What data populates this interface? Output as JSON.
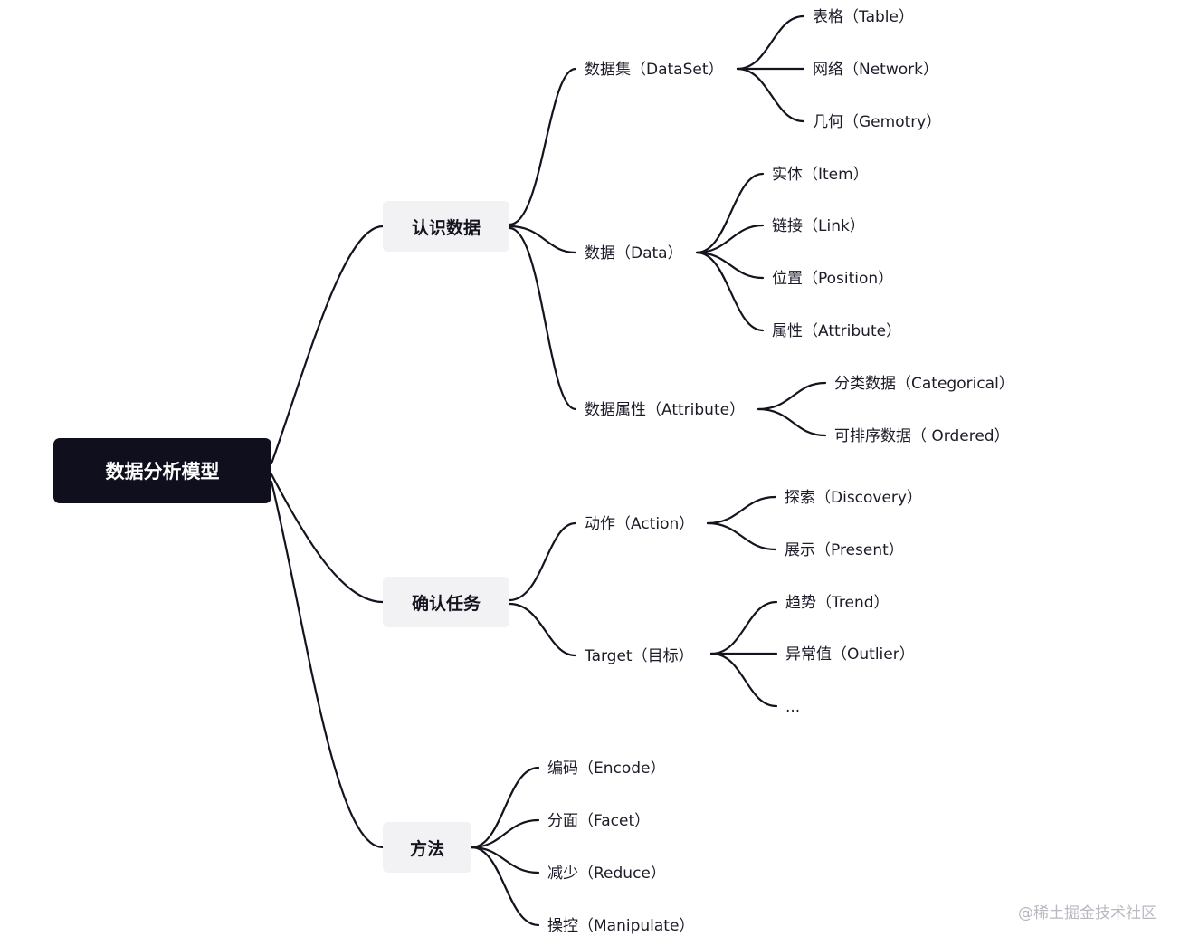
{
  "root": {
    "label": "数据分析模型"
  },
  "branches": [
    {
      "label": "认识数据"
    },
    {
      "label": "确认任务"
    },
    {
      "label": "方法"
    }
  ],
  "level2": [
    {
      "label": "数据集（DataSet）"
    },
    {
      "label": "数据（Data）"
    },
    {
      "label": "数据属性（Attribute）"
    },
    {
      "label": "动作（Action）"
    },
    {
      "label": "Target（目标）"
    },
    {
      "label": "编码（Encode）"
    },
    {
      "label": "分面（Facet）"
    },
    {
      "label": "减少（Reduce）"
    },
    {
      "label": "操控（Manipulate）"
    }
  ],
  "level3": [
    {
      "label": "表格（Table）"
    },
    {
      "label": "网络（Network）"
    },
    {
      "label": "几何（Gemotry）"
    },
    {
      "label": "实体（Item）"
    },
    {
      "label": "链接（Link）"
    },
    {
      "label": "位置（Position）"
    },
    {
      "label": "属性（Attribute）"
    },
    {
      "label": "分类数据（Categorical）"
    },
    {
      "label": "可排序数据（ Ordered）"
    },
    {
      "label": "探索（Discovery）"
    },
    {
      "label": "展示（Present）"
    },
    {
      "label": "趋势（Trend）"
    },
    {
      "label": "异常值（Outlier）"
    },
    {
      "label": "..."
    }
  ],
  "watermark": "@稀土掘金技术社区"
}
